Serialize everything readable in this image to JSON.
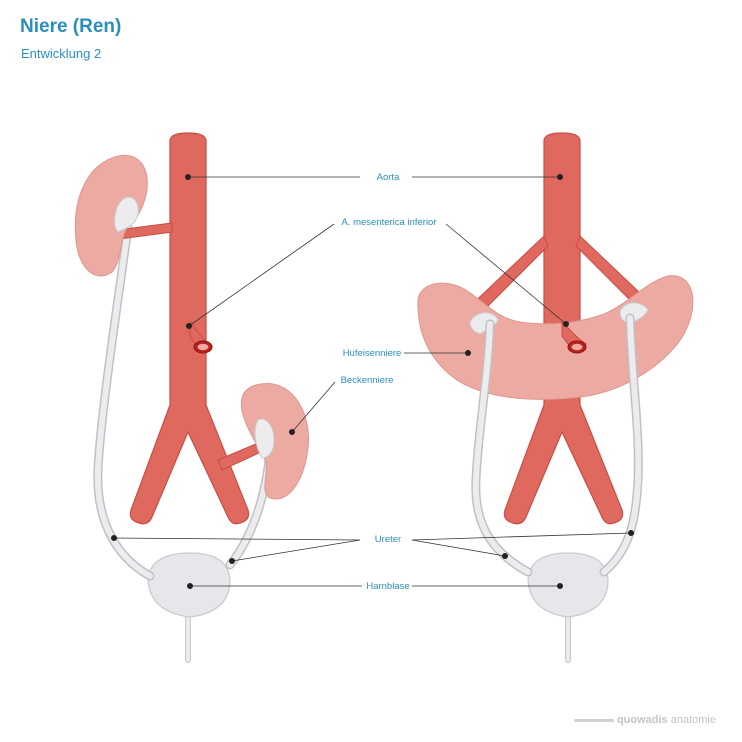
{
  "header": {
    "title": "Niere (Ren)",
    "subtitle": "Entwicklung 2"
  },
  "labels": {
    "aorta": "Aorta",
    "mesenterica": "A. mesenterica inferior",
    "hufeisenniere": "Hufeisenniere",
    "beckenniere": "Beckenniere",
    "ureter": "Ureter",
    "harnblase": "Harnblase"
  },
  "brand": {
    "bold": "quowadis",
    "light": "anatomie"
  },
  "colors": {
    "title": "#2a8fbd",
    "artery": "#e0695f",
    "kidney": "#ecaaa2",
    "ureter": "#e9e9ec",
    "bladder": "#e6e7ea"
  }
}
